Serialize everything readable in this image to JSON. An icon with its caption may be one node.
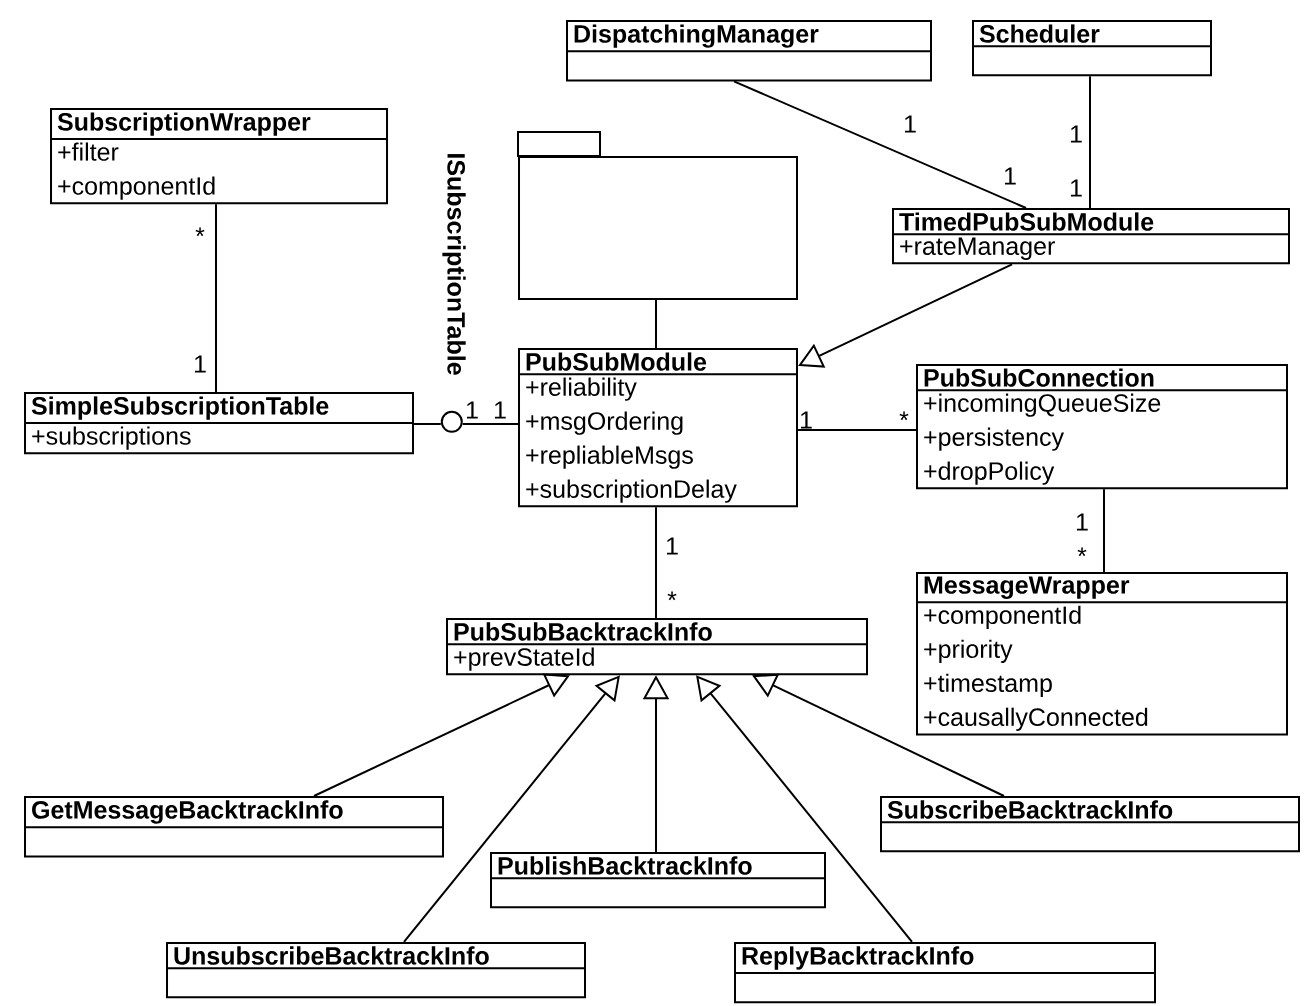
{
  "diagram": {
    "nodes": [
      {
        "text": [
          "DispatchingManager"
        ]
      },
      {
        "text": [
          "Scheduler"
        ]
      },
      {
        "text": [
          "SubscriptionWrapper",
          "+filter",
          "+componentId"
        ]
      },
      {
        "text": [],
        "shape": "folder"
      },
      {
        "text": [
          "TimedPubSubModule",
          "+rateManager"
        ]
      },
      {
        "text": [
          "SimpleSubscriptionTable",
          "+subscriptions"
        ]
      },
      {
        "text": [
          "PubSubModule",
          "+reliability",
          "+msgOrdering",
          "+repliableMsgs",
          "+subscriptionDelay"
        ]
      },
      {
        "text": [
          "PubSubConnection",
          "+incomingQueueSize",
          "+persistency",
          "+dropPolicy"
        ]
      },
      {
        "text": [
          "MessageWrapper",
          "+componentId",
          "+priority",
          "+timestamp",
          "+causallyConnected"
        ]
      },
      {
        "text": [
          "PubSubBacktrackInfo",
          "+prevStateId"
        ]
      },
      {
        "text": [
          "GetMessageBacktrackInfo"
        ]
      },
      {
        "text": [
          "SubscribeBacktrackInfo"
        ]
      },
      {
        "text": [
          "PublishBacktrackInfo"
        ]
      },
      {
        "text": [
          "UnsubscribeBacktrackInfo"
        ]
      },
      {
        "text": [
          "ReplyBacktrackInfo"
        ]
      },
      {
        "text": [],
        "shape": "circle",
        "beside": [
          "ISubscriptionTable"
        ]
      }
    ],
    "edges": [
      {
        "from": 0,
        "to": 4,
        "arrow": "none"
      },
      {
        "from": 1,
        "to": 4,
        "arrow": "none"
      },
      {
        "from": 2,
        "to": 5,
        "arrow": "none"
      },
      {
        "from": 3,
        "to": 6,
        "arrow": "none"
      },
      {
        "from": 4,
        "to": 6,
        "arrow": "to"
      },
      {
        "from": 5,
        "to": 15,
        "arrow": "none"
      },
      {
        "from": 15,
        "to": 6,
        "arrow": "none"
      },
      {
        "from": 6,
        "to": 7,
        "arrow": "none"
      },
      {
        "from": 7,
        "to": 8,
        "arrow": "none"
      },
      {
        "from": 6,
        "to": 9,
        "arrow": "none"
      },
      {
        "from": 10,
        "to": 9,
        "arrow": "to"
      },
      {
        "from": 13,
        "to": 9,
        "arrow": "to"
      },
      {
        "from": 12,
        "to": 9,
        "arrow": "to"
      },
      {
        "from": 14,
        "to": 9,
        "arrow": "to"
      },
      {
        "from": 11,
        "to": 9,
        "arrow": "to"
      }
    ],
    "labels": [
      "1",
      "1",
      "1",
      "1",
      "*",
      "1",
      "1",
      "1",
      "1",
      "*",
      "1",
      "1",
      "*",
      "*"
    ]
  }
}
